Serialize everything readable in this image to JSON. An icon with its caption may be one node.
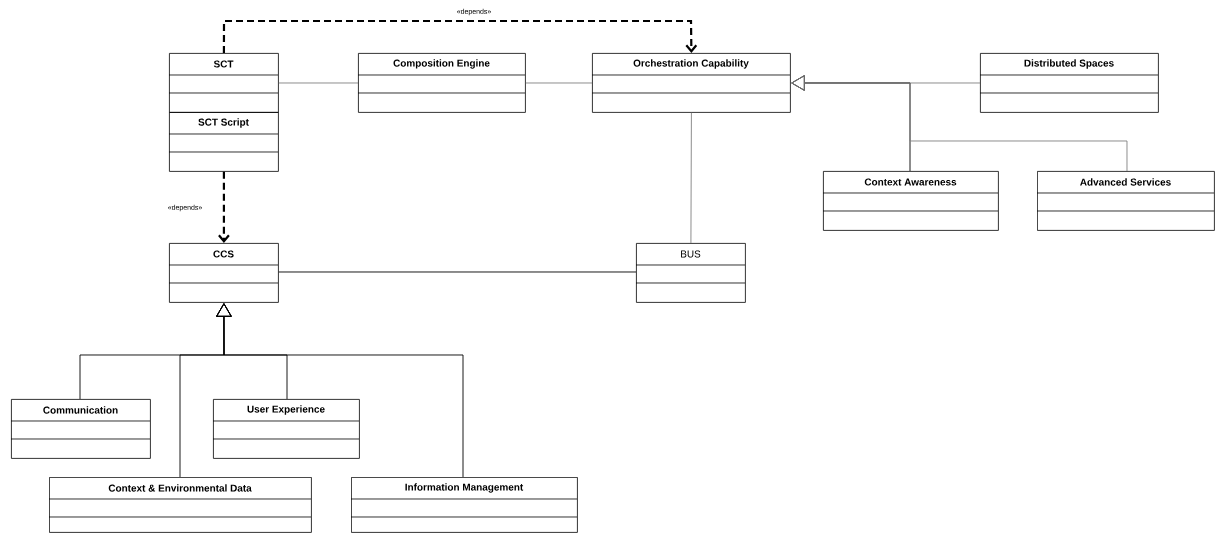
{
  "diagram": {
    "nodes": [
      {
        "text": [
          "SCT"
        ]
      },
      {
        "text": [
          "SCT Script"
        ]
      },
      {
        "text": [
          "Composition Engine"
        ]
      },
      {
        "text": [
          "Orchestration Capability"
        ]
      },
      {
        "text": [
          "Distributed Spaces"
        ]
      },
      {
        "text": [
          "Context Awareness"
        ]
      },
      {
        "text": [
          "Advanced Services"
        ]
      },
      {
        "text": [
          "CCS"
        ]
      },
      {
        "text": [
          "BUS"
        ]
      },
      {
        "text": [
          "Communication"
        ]
      },
      {
        "text": [
          "User Experience"
        ]
      },
      {
        "text": [
          "Context & Environmental Data"
        ]
      },
      {
        "text": [
          "Information Management"
        ]
      }
    ],
    "edges": [
      {
        "from": 0,
        "to": 3,
        "arrow": "to",
        "label": "«depends»",
        "style": "dashed"
      },
      {
        "from": 1,
        "to": 7,
        "arrow": "to",
        "label": "«depends»",
        "style": "dashed"
      },
      {
        "from": 0,
        "to": 2,
        "arrow": "none",
        "color": "#808080"
      },
      {
        "from": 2,
        "to": 3,
        "arrow": "none",
        "color": "#808080"
      },
      {
        "from": 3,
        "to": 8,
        "arrow": "none",
        "color": "#808080"
      },
      {
        "from": 7,
        "to": 8,
        "arrow": "none"
      },
      {
        "from": 4,
        "to": 3,
        "arrow": "to",
        "color": "#808080"
      },
      {
        "from": 5,
        "to": 3,
        "arrow": "to"
      },
      {
        "from": 6,
        "to": 3,
        "arrow": "to",
        "color": "#808080"
      },
      {
        "from": 9,
        "to": 7,
        "arrow": "to"
      },
      {
        "from": 10,
        "to": 7,
        "arrow": "to"
      },
      {
        "from": 11,
        "to": 7,
        "arrow": "to"
      },
      {
        "from": 12,
        "to": 7,
        "arrow": "to"
      }
    ]
  }
}
